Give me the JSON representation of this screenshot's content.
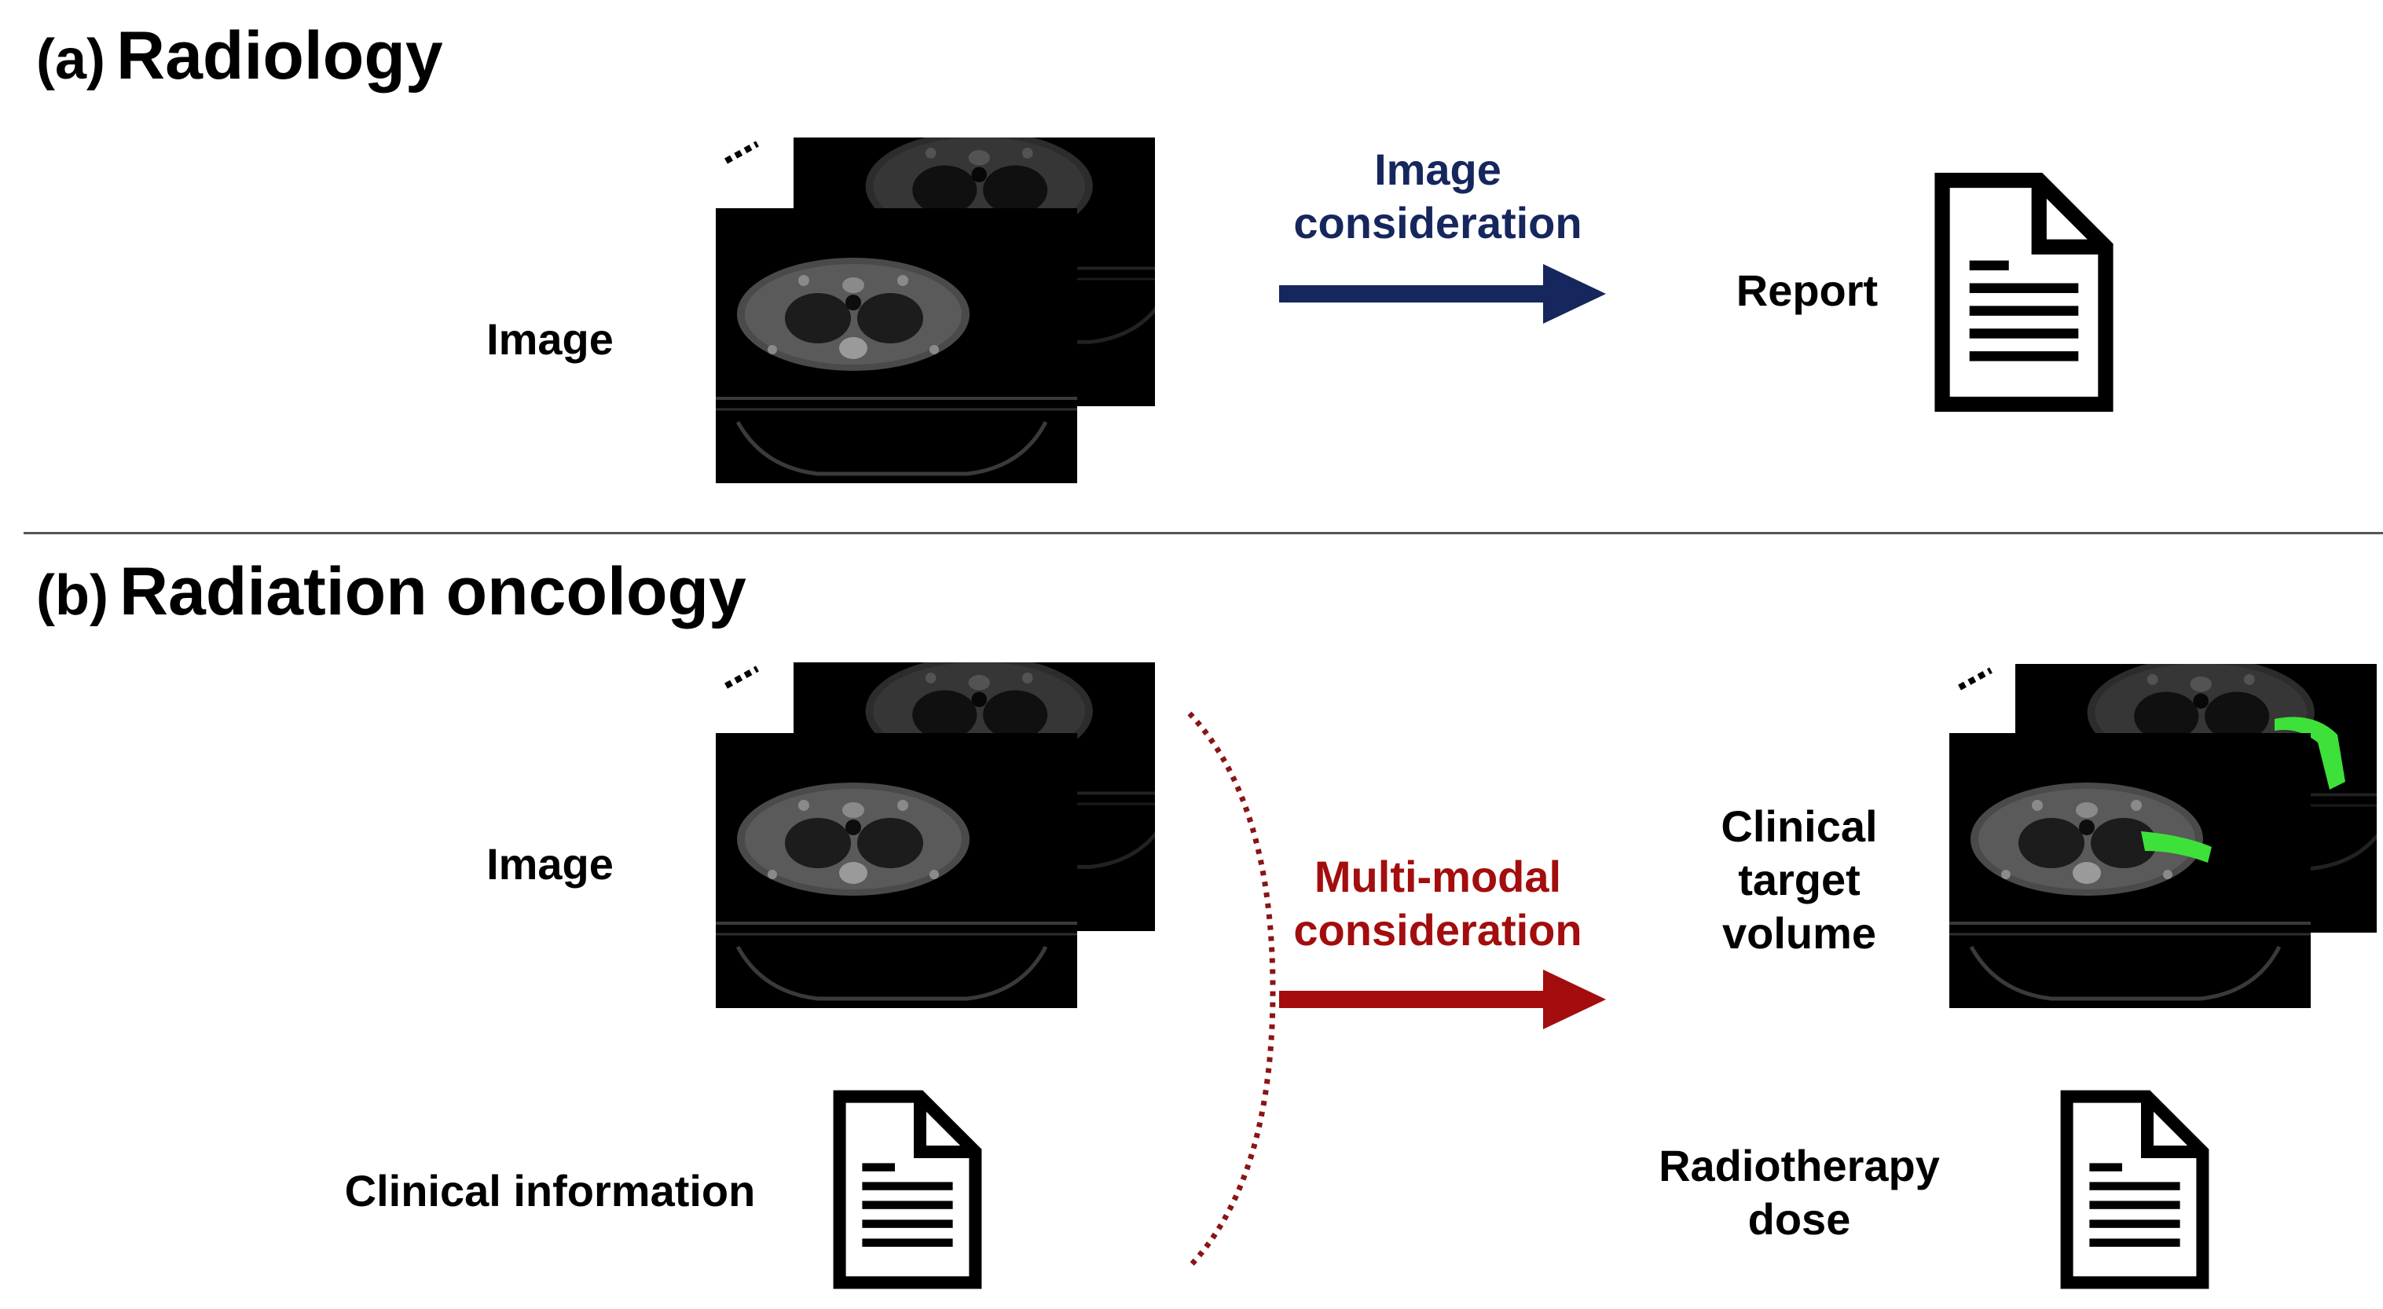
{
  "section_a": {
    "prefix": "(a)",
    "title": "Radiology",
    "input_label": "Image",
    "arrow_label_line1": "Image",
    "arrow_label_line2": "consideration",
    "output_label": "Report"
  },
  "section_b": {
    "prefix": "(b)",
    "title": "Radiation oncology",
    "input_image_label": "Image",
    "input_text_label": "Clinical information",
    "arrow_label_line1": "Multi-modal",
    "arrow_label_line2": "consideration",
    "output_volume_line1": "Clinical",
    "output_volume_line2": "target",
    "output_volume_line3": "volume",
    "output_dose_line1": "Radiotherapy",
    "output_dose_line2": "dose"
  },
  "colors": {
    "arrow_a": "#16275e",
    "arrow_b": "#a30d0d",
    "ct_background": "#000000",
    "ctv_highlight": "#3ee03a",
    "bracket": "#8b1414"
  },
  "icons": [
    "ct-scan-stack-icon",
    "document-icon",
    "arrow-right-icon",
    "bracket-icon"
  ]
}
